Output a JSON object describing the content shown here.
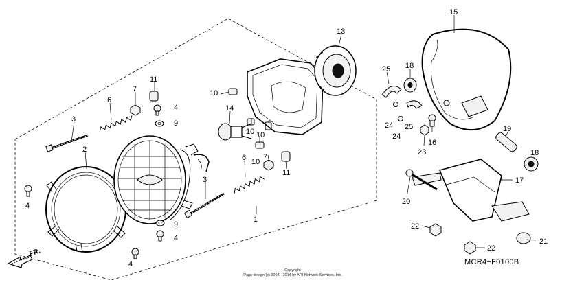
{
  "diagram_code": "MCR4−F0100B",
  "copyright": {
    "line1": "Copyright",
    "line2": "Page design (c) 2004 - 2014 by ARI Network Services, Inc."
  },
  "direction_label": "FR.",
  "callouts": {
    "c1": "1",
    "c2": "2",
    "c3a": "3",
    "c3b": "3",
    "c4a": "4",
    "c4b": "4",
    "c4c": "4",
    "c4d": "4",
    "c6a": "6",
    "c6b": "6",
    "c7a": "7",
    "c7b": "7",
    "c9a": "9",
    "c9b": "9",
    "c10a": "10",
    "c10b": "10",
    "c10c": "10",
    "c10d": "10",
    "c11a": "11",
    "c11b": "11",
    "c13": "13",
    "c14": "14",
    "c15": "15",
    "c16": "16",
    "c17": "17",
    "c18a": "18",
    "c18b": "18",
    "c19": "19",
    "c20": "20",
    "c21": "21",
    "c22a": "22",
    "c22b": "22",
    "c23": "23",
    "c24a": "24",
    "c24b": "24",
    "c25a": "25",
    "c25b": "25"
  }
}
